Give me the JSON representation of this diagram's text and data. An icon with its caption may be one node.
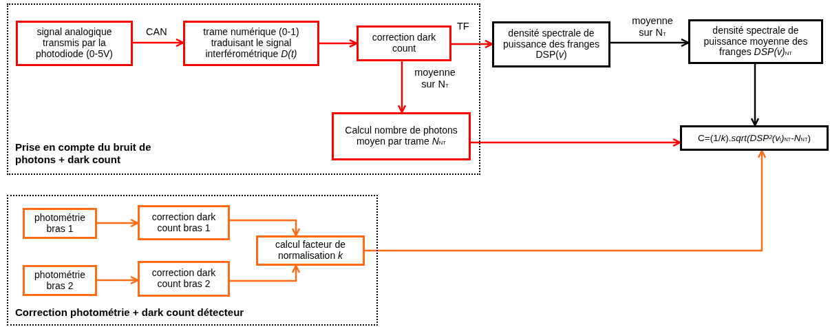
{
  "diagram": {
    "nodes": [
      {
        "text": [
          "Prise en compte du bruit de photons + dark count"
        ]
      },
      {
        "text": [
          "signal analogique transmis par la photodiode (0-5V)"
        ],
        "in": 0
      },
      {
        "text": [
          "trame numérique (0-1) traduisant le signal interférométrique *D(t)*"
        ],
        "in": 0
      },
      {
        "text": [
          "correction dark count"
        ],
        "in": 0
      },
      {
        "text": [
          "Calcul nombre de photons moyen par trame *N*$_{NT}$"
        ],
        "in": 0
      },
      {
        "text": [
          "densité spectrale de puissance des franges DSP(*v*)"
        ]
      },
      {
        "text": [
          "densité spectrale de puissance moyenne des franges *DSP(v)*$_{NT}$"
        ]
      },
      {
        "text": [
          "C=(1/*k*).*sqrt(DSP²(v*$_{t}$*)*$_{NT}$-*N*$_{NT}$)"
        ]
      },
      {
        "text": [
          "Correction photométrie + dark count détecteur"
        ]
      },
      {
        "text": [
          "photométrie bras 1"
        ],
        "in": 8
      },
      {
        "text": [
          "correction dark count bras 1"
        ],
        "in": 8
      },
      {
        "text": [
          "photométrie bras 2"
        ],
        "in": 8
      },
      {
        "text": [
          "correction dark count bras 2"
        ],
        "in": 8
      },
      {
        "text": [
          "calcul facteur de normalisation *k*"
        ],
        "in": 8
      }
    ],
    "edges": [
      {
        "from": 1,
        "to": 2,
        "arrow": "to",
        "label": "CAN",
        "color": "#ff0000"
      },
      {
        "from": 2,
        "to": 3,
        "arrow": "to",
        "color": "#ff0000"
      },
      {
        "from": 3,
        "to": 5,
        "arrow": "to",
        "label": "TF",
        "color": "#ff0000"
      },
      {
        "from": 3,
        "to": 4,
        "arrow": "to",
        "label": "moyenne sur N$_{T}$",
        "color": "#ff0000"
      },
      {
        "from": 5,
        "to": 6,
        "arrow": "to",
        "label": "moyenne sur N$_{T}$",
        "color": "#000000"
      },
      {
        "from": 6,
        "to": 7,
        "arrow": "to",
        "color": "#000000"
      },
      {
        "from": 4,
        "to": 7,
        "arrow": "to",
        "color": "#ff0000"
      },
      {
        "from": 9,
        "to": 10,
        "arrow": "to",
        "color": "#ff6a13"
      },
      {
        "from": 10,
        "to": 13,
        "arrow": "to",
        "color": "#ff6a13"
      },
      {
        "from": 11,
        "to": 12,
        "arrow": "to",
        "color": "#ff6a13"
      },
      {
        "from": 12,
        "to": 13,
        "arrow": "to",
        "color": "#ff6a13"
      },
      {
        "from": 13,
        "to": 7,
        "arrow": "to",
        "color": "#ff6a13"
      }
    ]
  }
}
